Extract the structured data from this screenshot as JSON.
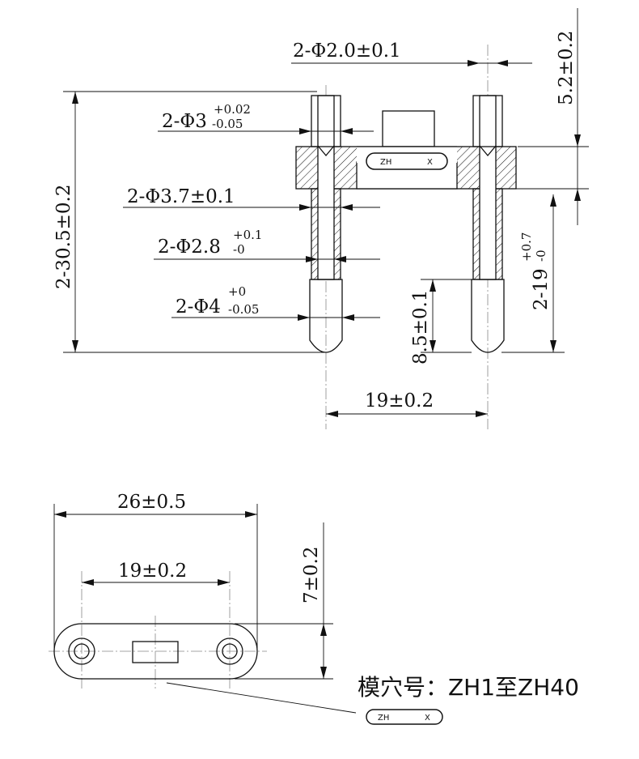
{
  "top_view": {
    "pin_hole_dia": "2-Φ2.0±0.1",
    "pin_head_dia": "2-Φ3",
    "pin_head_tol_upper": "+0.02",
    "pin_head_tol_lower": "-0.05",
    "shoulder_dia": "2-Φ3.7±0.1",
    "sleeve_dia": "2-Φ2.8",
    "sleeve_tol_upper": "+0.1",
    "sleeve_tol_lower": "-0",
    "tip_dia": "2-Φ4",
    "tip_tol_upper": "+0",
    "tip_tol_lower": "-0.05",
    "overall_length": "2-30.5±0.2",
    "top_height": "5.2±0.2",
    "pin_length": "2-19",
    "pin_length_tol_upper": "+0.7",
    "pin_length_tol_lower": "-0",
    "tip_length": "8.5±0.1",
    "pin_spacing": "19±0.2",
    "mold_mark_left": "ZH",
    "mold_mark_right": "X"
  },
  "bottom_view": {
    "body_width": "26±0.5",
    "pin_spacing": "19±0.2",
    "body_height": "7±0.2",
    "mold_label": "模穴号：ZH1至ZH40",
    "mold_mark_left": "ZH",
    "mold_mark_right": "X"
  }
}
